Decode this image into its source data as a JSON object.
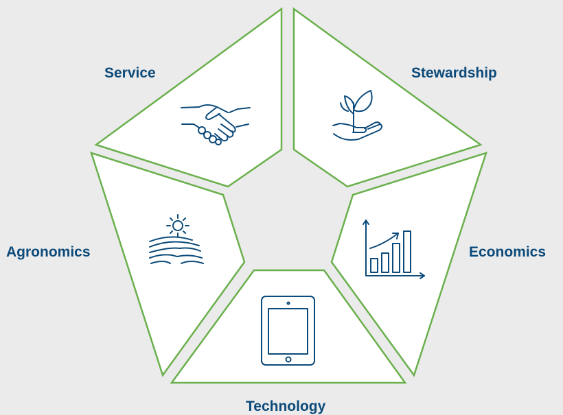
{
  "labels": {
    "service": "Service",
    "stewardship": "Stewardship",
    "agronomics": "Agronomics",
    "economics": "Economics",
    "technology": "Technology"
  },
  "icons": {
    "service": "handshake-icon",
    "stewardship": "seedling-in-hand-icon",
    "agronomics": "sun-over-fields-icon",
    "economics": "bar-chart-growth-icon",
    "technology": "tablet-icon"
  },
  "colors": {
    "background": "#ebebeb",
    "segment_fill": "#ffffff",
    "segment_border": "#6ab04c",
    "text_and_icons": "#0b4a7a"
  }
}
